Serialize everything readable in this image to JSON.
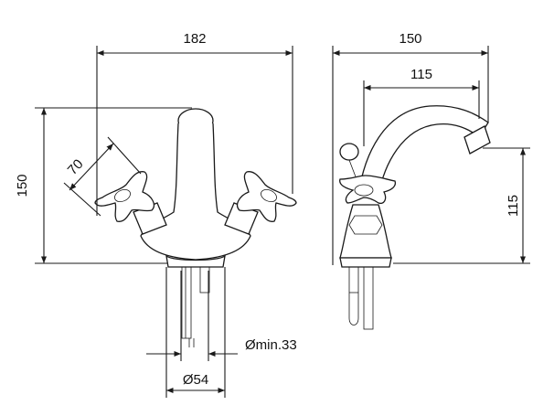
{
  "diagram": {
    "front_view": {
      "width_label": "182",
      "height_label": "150",
      "handle_label": "70",
      "hole_min_label": "Ømin.33",
      "base_diameter_label": "Ø54"
    },
    "side_view": {
      "depth_label": "150",
      "spout_reach_label": "115",
      "spout_height_label": "115"
    }
  }
}
